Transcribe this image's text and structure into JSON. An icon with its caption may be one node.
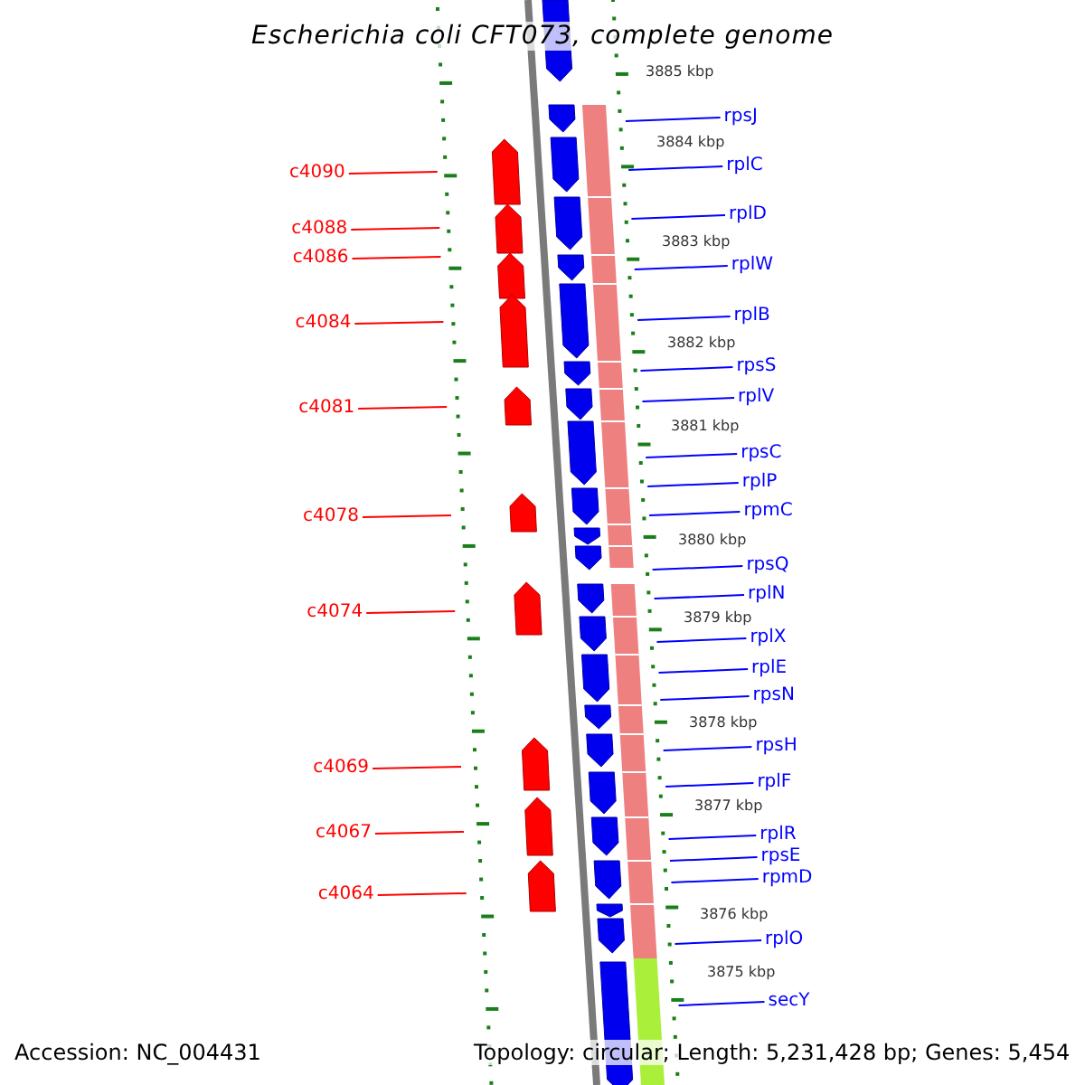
{
  "diagram": {
    "title": "Escherichia coli CFT073, complete genome",
    "nodes": [
      {
        "text": [
          "c4090"
        ]
      },
      {
        "text": [
          "c4088"
        ]
      },
      {
        "text": [
          "c4086"
        ]
      },
      {
        "text": [
          "c4084"
        ]
      },
      {
        "text": [
          "c4081"
        ]
      },
      {
        "text": [
          "c4078"
        ]
      },
      {
        "text": [
          "c4074"
        ]
      },
      {
        "text": [
          "c4069"
        ]
      },
      {
        "text": [
          "c4067"
        ]
      },
      {
        "text": [
          "c4064"
        ]
      },
      {
        "text": [
          "rpsJ"
        ]
      },
      {
        "text": [
          "rplC"
        ]
      },
      {
        "text": [
          "rplD"
        ]
      },
      {
        "text": [
          "rplW"
        ]
      },
      {
        "text": [
          "rplB"
        ]
      },
      {
        "text": [
          "rpsS"
        ]
      },
      {
        "text": [
          "rplV"
        ]
      },
      {
        "text": [
          "rpsC"
        ]
      },
      {
        "text": [
          "rplP"
        ]
      },
      {
        "text": [
          "rpmC"
        ]
      },
      {
        "text": [
          "rpsQ"
        ]
      },
      {
        "text": [
          "rplN"
        ]
      },
      {
        "text": [
          "rplX"
        ]
      },
      {
        "text": [
          "rplE"
        ]
      },
      {
        "text": [
          "rpsN"
        ]
      },
      {
        "text": [
          "rpsH"
        ]
      },
      {
        "text": [
          "rplF"
        ]
      },
      {
        "text": [
          "rplR"
        ]
      },
      {
        "text": [
          "rpsE"
        ]
      },
      {
        "text": [
          "rpmD"
        ]
      },
      {
        "text": [
          "rplO"
        ]
      },
      {
        "text": [
          "secY"
        ]
      }
    ],
    "edges": [
      {
        "from": 0,
        "to": null,
        "arrow": "none",
        "color": "#ff0000"
      },
      {
        "from": 1,
        "to": null,
        "arrow": "none",
        "color": "#ff0000"
      },
      {
        "from": 2,
        "to": null,
        "arrow": "none",
        "color": "#ff0000"
      },
      {
        "from": 3,
        "to": null,
        "arrow": "none",
        "color": "#ff0000"
      },
      {
        "from": 4,
        "to": null,
        "arrow": "none",
        "color": "#ff0000"
      },
      {
        "from": 5,
        "to": null,
        "arrow": "none",
        "color": "#ff0000"
      },
      {
        "from": 6,
        "to": null,
        "arrow": "none",
        "color": "#ff0000"
      },
      {
        "from": 7,
        "to": null,
        "arrow": "none",
        "color": "#ff0000"
      },
      {
        "from": 8,
        "to": null,
        "arrow": "none",
        "color": "#ff0000"
      },
      {
        "from": 9,
        "to": null,
        "arrow": "none",
        "color": "#ff0000"
      },
      {
        "from": 10,
        "to": null,
        "arrow": "none"
      },
      {
        "from": 11,
        "to": null,
        "arrow": "none"
      },
      {
        "from": 12,
        "to": null,
        "arrow": "none"
      },
      {
        "from": 13,
        "to": null,
        "arrow": "none"
      },
      {
        "from": 14,
        "to": null,
        "arrow": "none"
      },
      {
        "from": 15,
        "to": null,
        "arrow": "none"
      },
      {
        "from": 16,
        "to": null,
        "arrow": "none"
      },
      {
        "from": 17,
        "to": null,
        "arrow": "none"
      },
      {
        "from": 18,
        "to": null,
        "arrow": "none"
      },
      {
        "from": 19,
        "to": null,
        "arrow": "none"
      },
      {
        "from": 20,
        "to": null,
        "arrow": "none"
      },
      {
        "from": 21,
        "to": null,
        "arrow": "none"
      },
      {
        "from": 22,
        "to": null,
        "arrow": "none"
      },
      {
        "from": 23,
        "to": null,
        "arrow": "none"
      },
      {
        "from": 24,
        "to": null,
        "arrow": "none"
      },
      {
        "from": 25,
        "to": null,
        "arrow": "none"
      },
      {
        "from": 26,
        "to": null,
        "arrow": "none"
      },
      {
        "from": 27,
        "to": null,
        "arrow": "none"
      },
      {
        "from": 28,
        "to": null,
        "arrow": "none"
      },
      {
        "from": 29,
        "to": null,
        "arrow": "none"
      },
      {
        "from": 30,
        "to": null,
        "arrow": "none"
      },
      {
        "from": 31,
        "to": null,
        "arrow": "none"
      }
    ],
    "labels": [
      "3885 kbp",
      "3884 kbp",
      "3883 kbp",
      "3882 kbp",
      "3881 kbp",
      "3880 kbp",
      "3879 kbp",
      "3878 kbp",
      "3877 kbp",
      "3876 kbp",
      "3875 kbp",
      "Accession: NC_004431",
      "Topology: circular; Length: 5,231,428 bp; Genes: 5,454"
    ]
  }
}
